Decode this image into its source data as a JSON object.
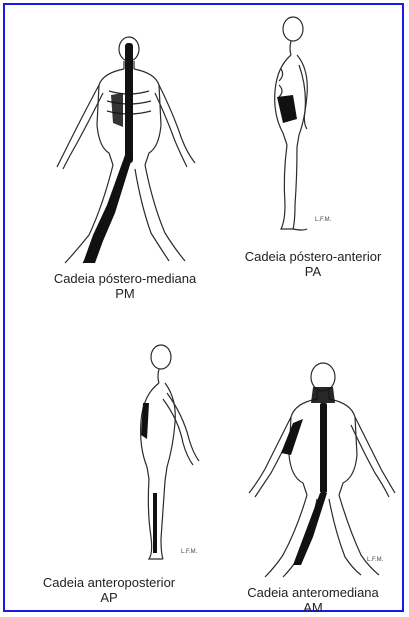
{
  "frame_color": "#1a1aee",
  "ink_color": "#2b2b2b",
  "muscle_color": "#111111",
  "figures": [
    {
      "id": "pm",
      "title": "Cadeia póstero-mediana",
      "code": "PM"
    },
    {
      "id": "pa",
      "title": "Cadeia póstero-anterior",
      "code": "PA"
    },
    {
      "id": "ap",
      "title": "Cadeia anteroposterior",
      "code": "AP"
    },
    {
      "id": "am",
      "title": "Cadeia anteromediana",
      "code": "AM"
    }
  ],
  "signature": "L.F.M."
}
